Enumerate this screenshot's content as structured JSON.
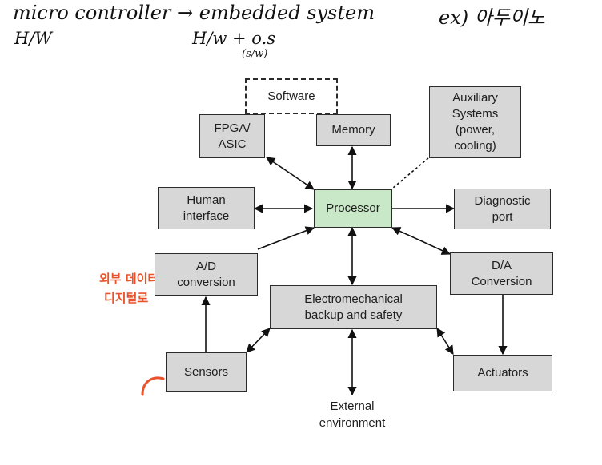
{
  "handwriting": {
    "line1": "micro controller → embedded system",
    "line1_hw": "H/W",
    "line2": "H/w + o.s",
    "line2_sub": "(s/w)",
    "example": "ex) 아두이노",
    "side_note_1": "외부 데이터",
    "side_note_2": "디지털로"
  },
  "diagram": {
    "software": "Software",
    "fpga": "FPGA/\nASIC",
    "memory": "Memory",
    "auxiliary": "Auxiliary\nSystems\n(power,\ncooling)",
    "human": "Human\ninterface",
    "processor": "Processor",
    "diagnostic": "Diagnostic\nport",
    "ad": "A/D\nconversion",
    "electromech": "Electromechanical\nbackup and safety",
    "da": "D/A\nConversion",
    "sensors": "Sensors",
    "actuators": "Actuators",
    "external": "External\nenvironment"
  },
  "colors": {
    "box_fill": "#d7d7d7",
    "processor_fill": "#c9e8c8",
    "annotation": "#e8532b"
  }
}
